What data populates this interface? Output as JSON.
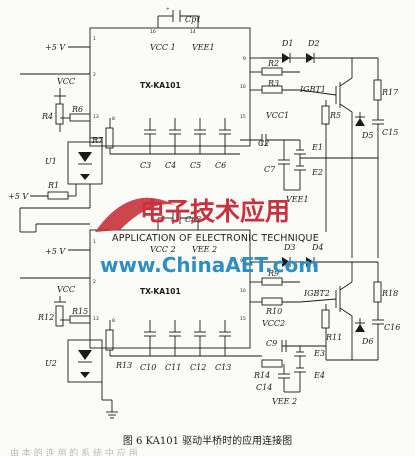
{
  "figure": {
    "caption": "图 6  KA101 驱动半桥时的应用连接图"
  },
  "chips": [
    {
      "id": "upper",
      "name": "TX-KA101",
      "vcc": "VCC 1",
      "vee": "VEE1",
      "cp": "Cp1"
    },
    {
      "id": "lower",
      "name": "TX-KA101",
      "vcc": "VCC 2",
      "vee": "VEE 2",
      "cp": "Cp2"
    }
  ],
  "labels": {
    "plus5v_a": "+5 V",
    "plus5v_b": "+5 V",
    "plus5v_c": "+5 V",
    "vcc_a": "VCC",
    "vcc_b": "VCC",
    "vcc1_out": "VCC1",
    "vcc2_out": "VCC2",
    "vee1_out": "VEE1",
    "vee2_out": "VEE 2",
    "u1": "U1",
    "u2": "U2",
    "r1": "R1",
    "r2": "R2",
    "r3": "R3",
    "r4": "R4",
    "r5": "R5",
    "r6": "R6",
    "r7": "R7",
    "r9": "R9",
    "r10": "R10",
    "r11": "R11",
    "r12": "R12",
    "r13": "R13",
    "r14": "R14",
    "r15": "R15",
    "r17": "R17",
    "r18": "R18",
    "c2": "C2",
    "c3": "C3",
    "c4": "C4",
    "c5": "C5",
    "c6": "C6",
    "c7": "C7",
    "c9": "C9",
    "c10": "C10",
    "c11": "C11",
    "c12": "C12",
    "c13": "C13",
    "c14": "C14",
    "c15": "C15",
    "c16": "C16",
    "d1": "D1",
    "d2": "D2",
    "d3": "D3",
    "d4": "D4",
    "d5": "D5",
    "d6": "D6",
    "igbt1": "IGBT1",
    "igbt2": "IGBT2",
    "e1": "E1",
    "e2": "E2",
    "e3": "E3",
    "e4": "E4"
  },
  "watermark": {
    "cn": "电子技术应用",
    "en": "APPLICATION OF ELECTRONIC TECHNIQUE",
    "url": "www.ChinaAET.com"
  },
  "bottom_fragment": "由  本  的  连  用  的  系  统  中  应  用"
}
